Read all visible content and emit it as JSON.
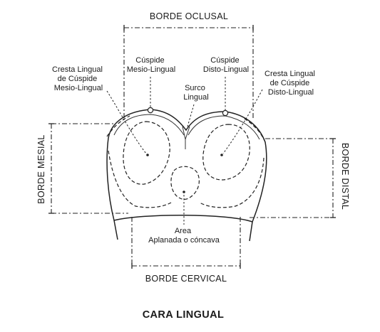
{
  "borders": {
    "occlusal": "BORDE OCLUSAL",
    "cervical": "BORDE CERVICAL",
    "mesial": "BORDE MESIAL",
    "distal": "BORDE DISTAL"
  },
  "labels": {
    "cresta_mesio": [
      "Cresta Lingual",
      "de Cúspide",
      "Mesio-Lingual"
    ],
    "cuspide_mesio": [
      "Cúspide",
      "Mesio-Lingual"
    ],
    "cuspide_disto": [
      "Cúspide",
      "Disto-Lingual"
    ],
    "cresta_disto": [
      "Cresta Lingual",
      "de Cúspide",
      "Disto-Lingual"
    ],
    "surco": [
      "Surco",
      "Lingual"
    ],
    "area": [
      "Area",
      "Aplanada o cóncava"
    ]
  },
  "caption": "CARA LINGUAL"
}
